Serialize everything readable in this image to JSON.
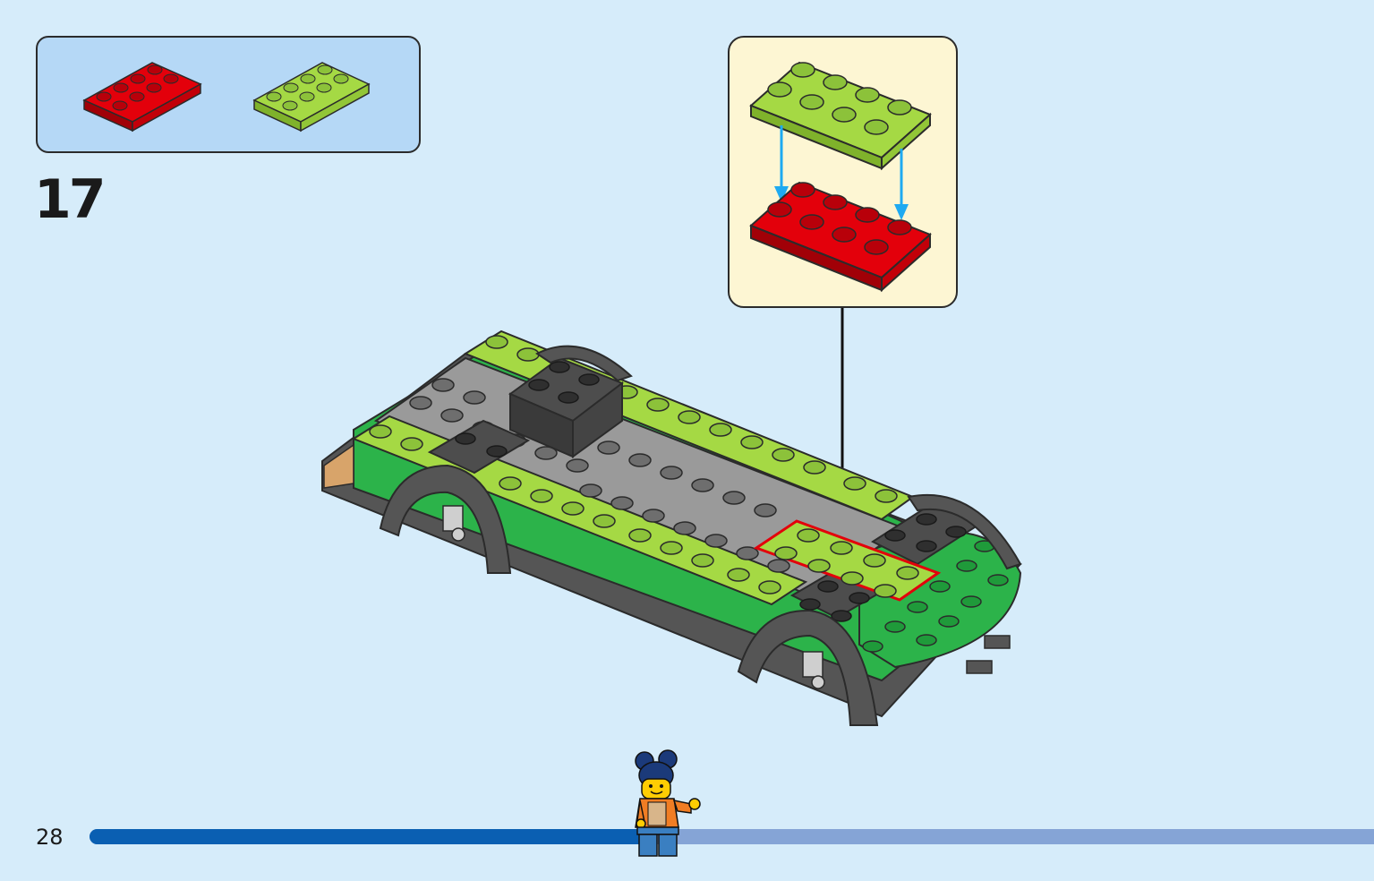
{
  "step": {
    "number": "17"
  },
  "page": {
    "number": "28",
    "progress_fraction": 0.43
  },
  "parts_list": {
    "items": [
      {
        "name": "plate-2x4",
        "color": "#e3000b"
      },
      {
        "name": "plate-2x4",
        "color": "#a5d944"
      }
    ]
  },
  "callout": {
    "top_plate_color": "#a5d944",
    "bottom_plate_color": "#e3000b",
    "arrow_color": "#1eaaf1"
  },
  "colors": {
    "background": "#d6ecfa",
    "progress_fill": "#0a5fb2",
    "progress_track": "#85a4d6",
    "highlight_outline": "#e3000b"
  }
}
